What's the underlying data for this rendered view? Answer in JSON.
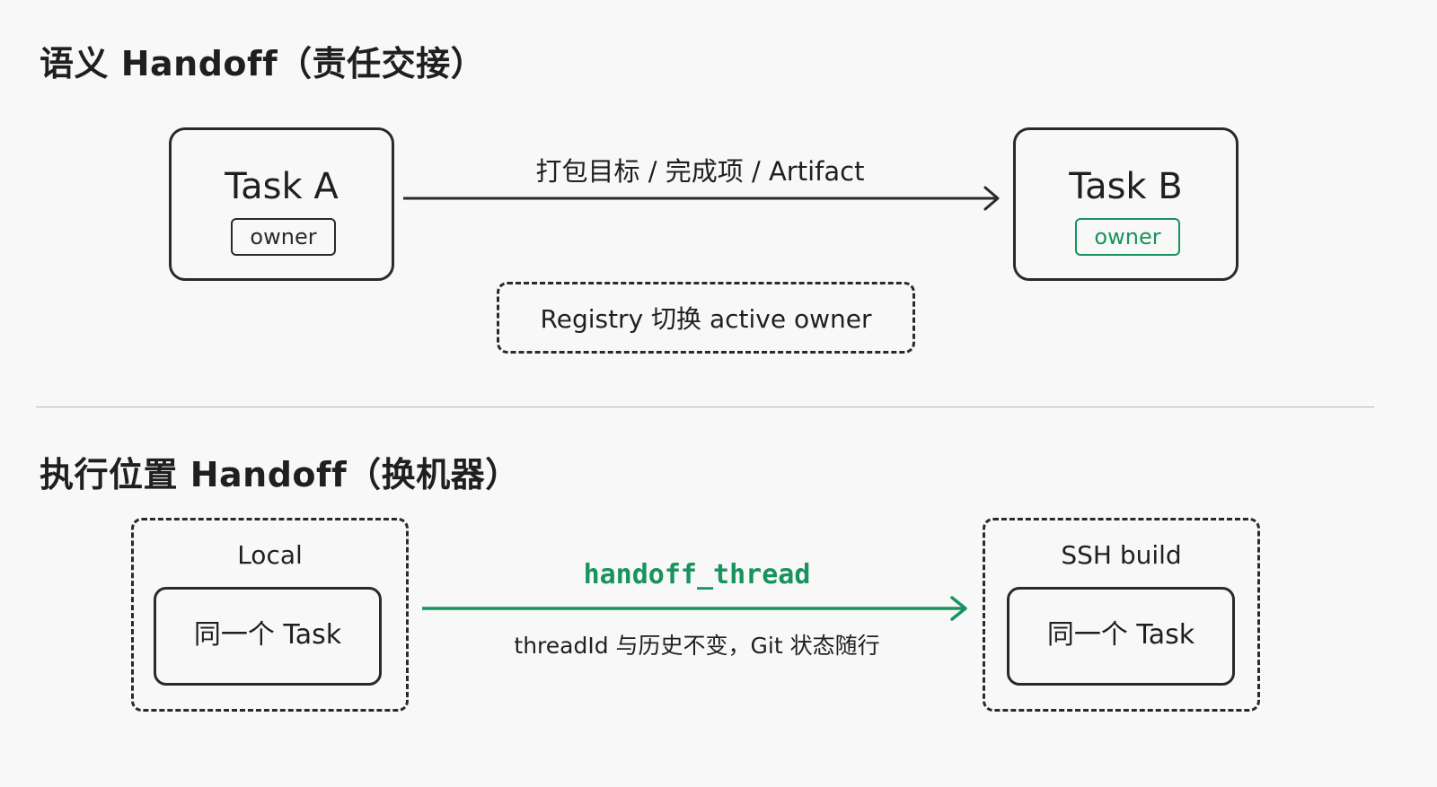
{
  "semantic": {
    "title": "语义 Handoff（责任交接）",
    "task_a": {
      "name": "Task A",
      "tag": "owner"
    },
    "task_b": {
      "name": "Task B",
      "tag": "owner"
    },
    "arrow_label": "打包目标 / 完成项 / Artifact",
    "registry_note": "Registry 切换 active owner"
  },
  "execution": {
    "title": "执行位置 Handoff（换机器）",
    "local": {
      "title": "Local",
      "task": "同一个 Task"
    },
    "remote": {
      "title": "SSH build",
      "task": "同一个 Task"
    },
    "arrow_label": "handoff_thread",
    "arrow_sublabel": "threadId 与历史不变，Git 状态随行"
  },
  "colors": {
    "accent": "#17935e",
    "stroke": "#2a2a2a",
    "background": "#f8f8f8"
  }
}
